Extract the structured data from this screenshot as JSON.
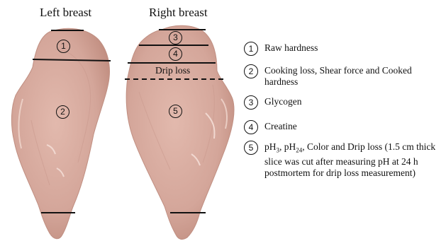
{
  "titles": {
    "left": "Left breast",
    "right": "Right breast"
  },
  "regions": {
    "r1": "1",
    "r2": "2",
    "r3": "3",
    "r4": "4",
    "r5": "5"
  },
  "drip_label": "Drip loss",
  "legend": [
    {
      "num": "1",
      "text": "Raw hardness"
    },
    {
      "num": "2",
      "text": "Cooking loss, Shear force and Cooked hardness"
    },
    {
      "num": "3",
      "text": "Glycogen"
    },
    {
      "num": "4",
      "text": "Creatine"
    },
    {
      "num": "5",
      "text_pre": "pH",
      "sub1": "3",
      "mid1": ", pH",
      "sub2": "24",
      "text_post": ", Color and Drip loss (1.5 cm thick slice was cut after measuring pH at 24 h postmortem for drip loss measurement)"
    }
  ],
  "colors": {
    "meat": "#d4a69a",
    "meat_dark": "#bd8a7c",
    "meat_light": "#e6c1b5",
    "line": "#111111"
  }
}
